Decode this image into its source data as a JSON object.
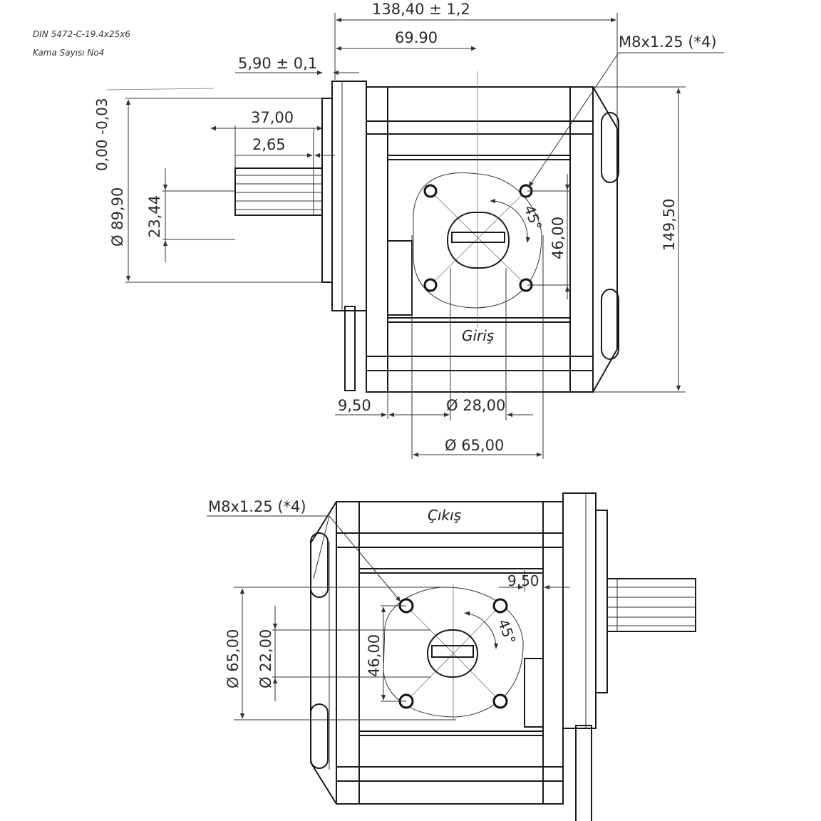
{
  "notes": {
    "spline_standard": "DIN 5472-C-19.4x25x6",
    "key_count": "Kama Sayısı No4"
  },
  "top_view": {
    "dims": {
      "overall_length": "138,40 ± 1,2",
      "port_center": "69.90",
      "thread_callout": "M8x1.25 (*4)",
      "flange_thickness": "5,90 ± 0,1",
      "shaft_length": "37,00",
      "shaft_step": "2,65",
      "pilot_tolerance": "0,00  -0,03",
      "pilot_diameter": "Ø 89,90",
      "spline_width": "23,44",
      "height": "149,50",
      "bolt_spacing": "46,00",
      "angle": "45°",
      "offset": "9,50",
      "port_diameter": "Ø 28,00",
      "bolt_circle": "Ø 65,00"
    },
    "port_label": "Giriş"
  },
  "bottom_view": {
    "dims": {
      "thread_callout": "M8x1.25 (*4)",
      "offset": "9,50",
      "angle": "45°",
      "bolt_circle": "Ø 65,00",
      "port_diameter": "Ø 22,00",
      "bolt_spacing": "46,00"
    },
    "port_label": "Çıkış"
  }
}
